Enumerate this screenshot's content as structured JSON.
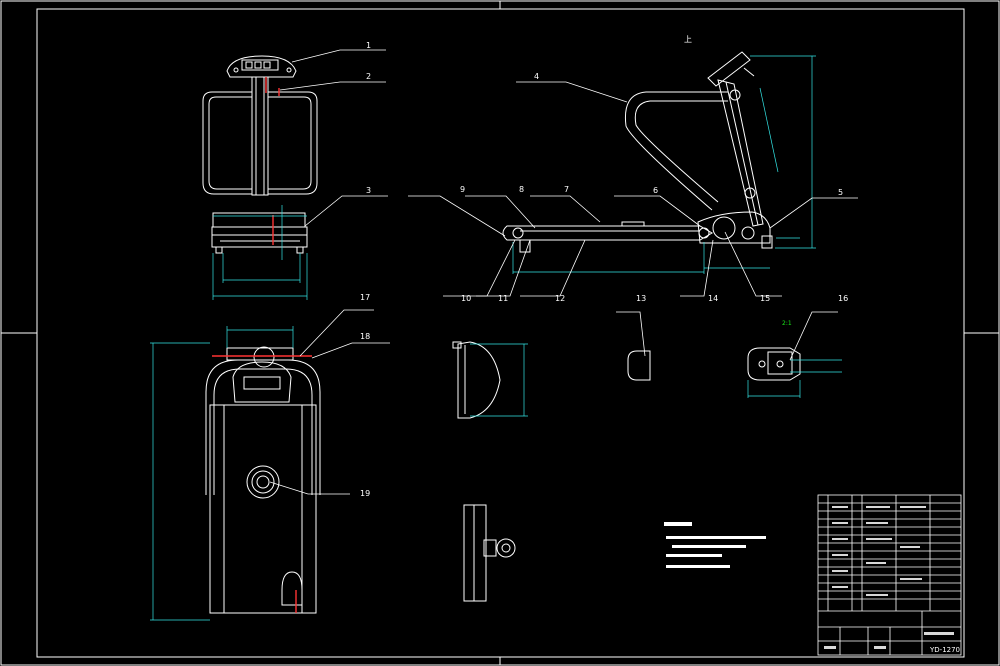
{
  "drawing": {
    "code": "YD-1270",
    "colors": {
      "background": "#000000",
      "outline": "#ffffff",
      "dimension": "#33e6e6",
      "label": "#19e619",
      "section": "#ff3333"
    }
  },
  "balloons": [
    "1",
    "2",
    "3",
    "4",
    "5",
    "6",
    "7",
    "8",
    "9",
    "10",
    "11",
    "12",
    "13",
    "14",
    "15",
    "16",
    "17",
    "18",
    "19"
  ],
  "view_labels": {
    "side_view": "上",
    "detail_16_scale": "2:1"
  },
  "title_block": {
    "code": "YD-1270"
  }
}
